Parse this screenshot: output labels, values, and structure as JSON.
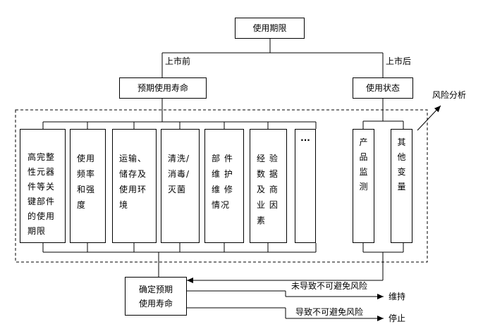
{
  "nodes": {
    "period": "使用期限",
    "expected_life": "预期使用寿命",
    "use_state": "使用状态",
    "factor_key_parts": "高完整\n性元器\n件等关\n键部件\n的使用\n期限",
    "factor_frequency": "使用\n频率\n和强\n度",
    "factor_transport": "运输、\n储存及\n使用环\n境",
    "factor_cleaning": "清洗/\n消毒/\n灭菌",
    "factor_maintenance": "部 件\n维 护\n维 修\n情况",
    "factor_experience": "经 验\n数 据\n及 商\n业 因\n素",
    "factor_more": "···",
    "product_monitoring": "产\n品\n监\n测",
    "other_variables": "其\n他\n变\n量",
    "determine_life": "确定预期\n使用寿命"
  },
  "labels": {
    "pre_market": "上市前",
    "post_market": "上市后",
    "risk_analysis": "风险分析",
    "no_risk": "未导致不可避免风险",
    "risk": "导致不可避免风险",
    "maintain": "维持",
    "stop": "停止"
  }
}
